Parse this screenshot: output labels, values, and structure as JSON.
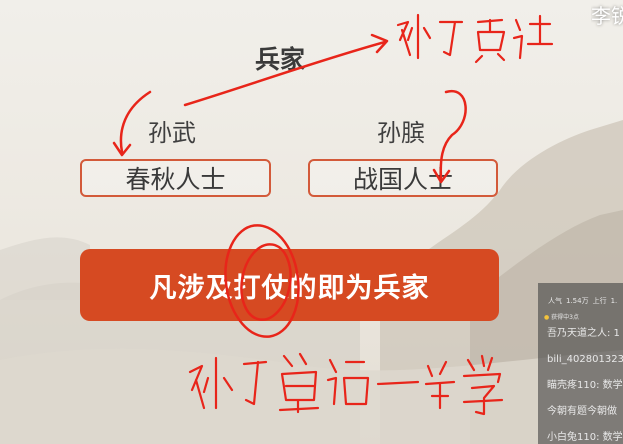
{
  "slide": {
    "title": "兵家",
    "left_name": "孙武",
    "right_name": "孙膑",
    "left_box": "春秋人士",
    "right_box": "战国人士",
    "banner": "凡涉及打仗的即为兵家",
    "accent_color": "#d64a22",
    "ink_color": "#e8251a"
  },
  "watermark": "李锐",
  "chat": {
    "stats": [
      "人气",
      "1.54万",
      "上行",
      "1."
    ],
    "notice": "获得中3点",
    "messages": [
      "吾乃天道之人: 1",
      "bili_402801323",
      "瞄壳疼110: 数学",
      "今朝有题今朝做",
      "小白兔110: 数学"
    ]
  }
}
